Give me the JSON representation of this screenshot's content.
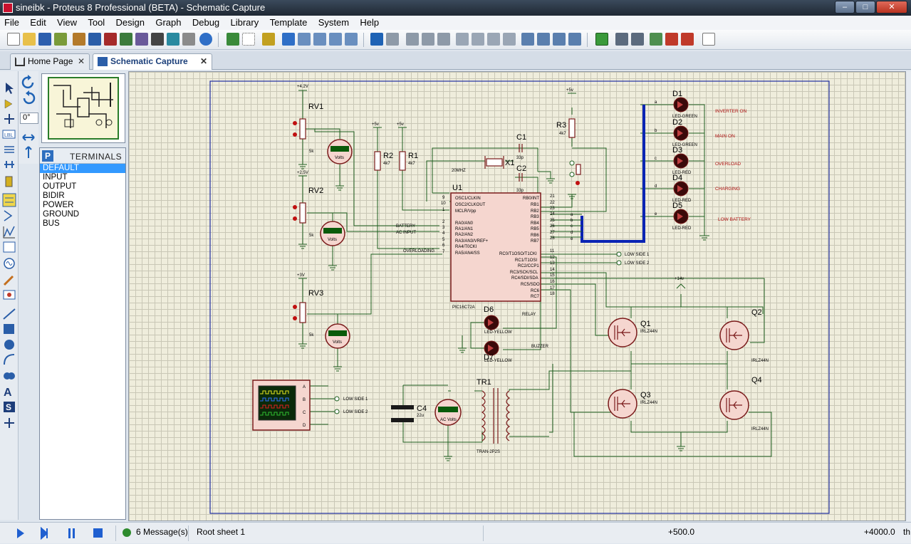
{
  "window": {
    "title": "sineibk - Proteus 8 Professional (BETA) - Schematic Capture",
    "controls": [
      "–",
      "□",
      "✕"
    ]
  },
  "menu": [
    "File",
    "Edit",
    "View",
    "Tool",
    "Design",
    "Graph",
    "Debug",
    "Library",
    "Template",
    "System",
    "Help"
  ],
  "tabs": [
    {
      "label": "Home Page",
      "icon": "home-icon",
      "active": false
    },
    {
      "label": "Schematic Capture",
      "icon": "schematic-icon",
      "active": true
    }
  ],
  "rotation": {
    "angle": "0°"
  },
  "terminals": {
    "header": "TERMINALS",
    "badge": "P",
    "items": [
      "DEFAULT",
      "INPUT",
      "OUTPUT",
      "BIDIR",
      "POWER",
      "GROUND",
      "BUS"
    ],
    "selected": "DEFAULT"
  },
  "status": {
    "messages": "6 Message(s)",
    "sheet": "Root sheet 1",
    "x": "+500.0",
    "y": "+4000.0",
    "units": "th"
  },
  "schematic": {
    "RV1": {
      "ref": "RV1",
      "rail": "+4.2V",
      "value": "5k"
    },
    "RV2": {
      "ref": "RV2",
      "rail": "+2.5V",
      "value": "5k"
    },
    "RV3": {
      "ref": "RV3",
      "rail": "+3V",
      "value": "5k"
    },
    "voltmeter_unit": "Volts",
    "ac_voltmeter_unit": "AC Volts",
    "R1": {
      "ref": "R1",
      "value": "4k7"
    },
    "R2": {
      "ref": "R2",
      "value": "4k7"
    },
    "R3": {
      "ref": "R3",
      "value": "4k7"
    },
    "rail_5v": "+5v",
    "rail_14v": "+14v",
    "C1": {
      "ref": "C1",
      "value": "33p"
    },
    "C2": {
      "ref": "C2",
      "value": "33p"
    },
    "C4": {
      "ref": "C4",
      "value": "22u"
    },
    "X1": {
      "ref": "X1",
      "value": "20MHZ"
    },
    "U1": {
      "ref": "U1",
      "part": "PIC16C72A",
      "left_pins": [
        {
          "num": "9",
          "name": "OSC1/CLKIN"
        },
        {
          "num": "10",
          "name": "OSC2/CLKOUT"
        },
        {
          "num": "1",
          "name": "MCLR/Vpp"
        },
        {
          "num": "2",
          "name": "RA0/AN0"
        },
        {
          "num": "3",
          "name": "RA1/AN1"
        },
        {
          "num": "4",
          "name": "RA2/AN2"
        },
        {
          "num": "5",
          "name": "RA3/AN3/VREF+"
        },
        {
          "num": "6",
          "name": "RA4/T0CKI"
        },
        {
          "num": "7",
          "name": "RA5/AN4/SS"
        }
      ],
      "right_pins": [
        {
          "num": "21",
          "name": "RB0/INT"
        },
        {
          "num": "22",
          "name": "RB1"
        },
        {
          "num": "23",
          "name": "RB2"
        },
        {
          "num": "24",
          "name": "RB3"
        },
        {
          "num": "25",
          "name": "RB4"
        },
        {
          "num": "26",
          "name": "RB5"
        },
        {
          "num": "27",
          "name": "RB6"
        },
        {
          "num": "28",
          "name": "RB7"
        },
        {
          "num": "11",
          "name": "RC0/T1OSO/T1CKI"
        },
        {
          "num": "12",
          "name": "RC1/T1OSI"
        },
        {
          "num": "13",
          "name": "RC2/CCP1"
        },
        {
          "num": "14",
          "name": "RC3/SCK/SCL"
        },
        {
          "num": "15",
          "name": "RC4/SDI/SDA"
        },
        {
          "num": "16",
          "name": "RC5/SDO"
        },
        {
          "num": "17",
          "name": "RC6"
        },
        {
          "num": "18",
          "name": "RC7"
        }
      ]
    },
    "net_labels": {
      "battery": "BATTERY",
      "ac_input": "AC INPUT",
      "overloading": "OVERLOADING",
      "relay": "RELAY",
      "buzzer": "BUZZER"
    },
    "bus_letters": [
      "a",
      "b",
      "c",
      "d",
      "e"
    ],
    "leds": [
      {
        "ref": "D1",
        "type": "LED-GREEN",
        "label": "INVERTER ON"
      },
      {
        "ref": "D2",
        "type": "LED-GREEN",
        "label": "MAIN  ON"
      },
      {
        "ref": "D3",
        "type": "LED-RED",
        "label": "OVERLOAD"
      },
      {
        "ref": "D4",
        "type": "LED-RED",
        "label": "CHARGING"
      },
      {
        "ref": "D5",
        "type": "LED-RED",
        "label": "LOW BATTERY"
      }
    ],
    "D6": {
      "ref": "D6",
      "type": "LED-YELLOW"
    },
    "D7": {
      "ref": "D7",
      "type": "LED-YELLOW"
    },
    "low_side_1": "LOW SIDE 1",
    "low_side_2": "LOW SIDE 2",
    "mosfets": [
      {
        "ref": "Q1",
        "part": "IRLZ44N"
      },
      {
        "ref": "Q2",
        "part": "IRLZ44N"
      },
      {
        "ref": "Q3",
        "part": "IRLZ44N"
      },
      {
        "ref": "Q4",
        "part": "IRLZ44N"
      }
    ],
    "TR1": {
      "ref": "TR1",
      "part": "TRAN-2P2S"
    },
    "scope_channels": [
      "A",
      "B",
      "C",
      "D"
    ]
  },
  "colors": {
    "wire": "#1f5f1f",
    "component": "#7a1a1a",
    "bus": "#0a24b4",
    "canvas": "#efeddc",
    "sheet_border": "#1f2fa0",
    "text_red": "#b01010"
  }
}
